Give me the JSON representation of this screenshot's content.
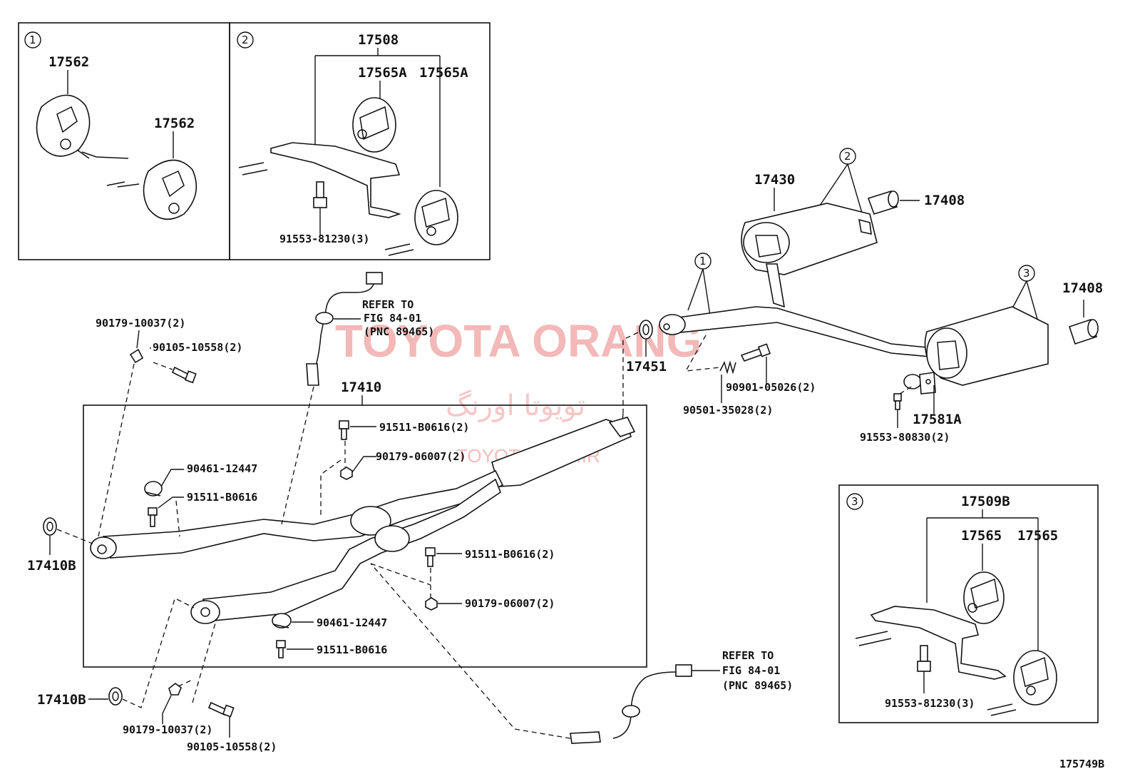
{
  "watermark": {
    "brand": "TOYOTA ORANG",
    "persian": "تویوتا اورنگ",
    "site": "TOYOTAPART.IR"
  },
  "diagram_id": "175749B",
  "insets": {
    "inset1": {
      "number": "1",
      "labels": [
        "17562",
        "17562"
      ]
    },
    "inset2": {
      "number": "2",
      "top": "17508",
      "left": "17565A",
      "right": "17565A",
      "bolt": "91553-81230(3)"
    },
    "inset3": {
      "number": "3",
      "top": "17509B",
      "left": "17565",
      "right": "17565",
      "bolt": "91553-81230(3)"
    }
  },
  "callouts": {
    "c1": "1",
    "c2": "2",
    "c3": "3"
  },
  "labels": {
    "p17430": "17430",
    "p17408a": "17408",
    "p17408b": "17408",
    "p17451": "17451",
    "p90901": "90901-05026(2)",
    "p90501": "90501-35028(2)",
    "p17581A": "17581A",
    "p91553_80830": "91553-80830(2)",
    "p17410": "17410",
    "p90179_10037a": "90179-10037(2)",
    "p90105_10558a": "90105-10558(2)",
    "p90461a": "90461-12447",
    "p91511a": "91511-B0616",
    "p17410Ba": "17410B",
    "p91511_2a": "91511-B0616(2)",
    "p90179_06007a": "90179-06007(2)",
    "p91511_2b": "91511-B0616(2)",
    "p90179_06007b": "90179-06007(2)",
    "p90461b": "90461-12447",
    "p91511b": "91511-B0616",
    "p17410Bb": "17410B",
    "p90179_10037b": "90179-10037(2)",
    "p90105_10558b": "90105-10558(2)"
  },
  "refer1": {
    "l1": "REFER TO",
    "l2": "FIG 84-01",
    "l3": "(PNC 89465)"
  },
  "refer2": {
    "l1": "REFER TO",
    "l2": "FIG 84-01",
    "l3": "(PNC 89465)"
  }
}
